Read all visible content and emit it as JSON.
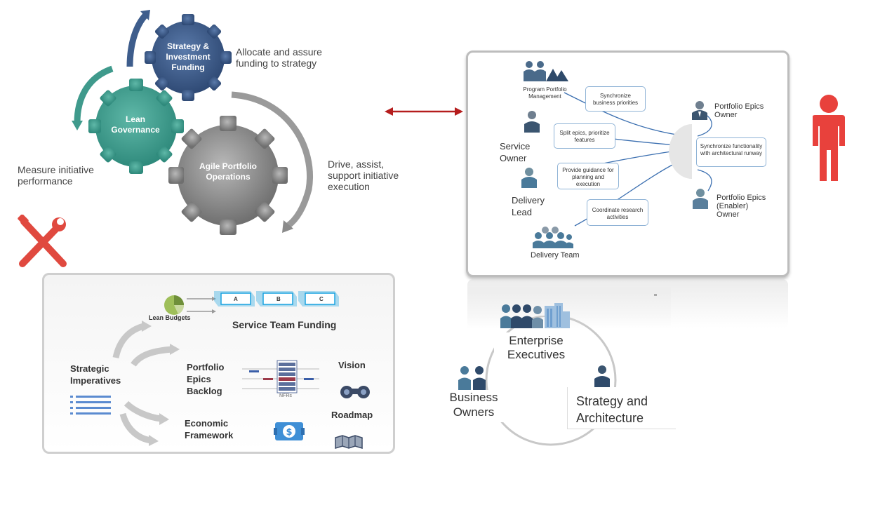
{
  "gears": {
    "strategy": "Strategy & Investment Funding",
    "governance": "Lean Governance",
    "operations": "Agile Portfolio Operations"
  },
  "labels": {
    "allocate": "Allocate and assure funding to strategy",
    "measure": "Measure  initiative performance",
    "drive": "Drive, assist, support initiative execution"
  },
  "bottom_panel": {
    "lean_budgets": "Lean Budgets",
    "service_team_funding": "Service Team Funding",
    "funding_tags": [
      "A",
      "B",
      "C"
    ],
    "strategic_imperatives": "Strategic Imperatives",
    "portfolio_epics_backlog": "Portfolio Epics Backlog",
    "nfrs": "NFRs",
    "vision": "Vision",
    "roadmap": "Roadmap",
    "economic_framework": "Economic Framework"
  },
  "right_panel": {
    "program_portfolio_management": "Program Portfolio Management",
    "service_owner": "Service Owner",
    "delivery_lead": "Delivery Lead",
    "delivery_team": "Delivery Team",
    "portfolio_epics_owner": "Portfolio Epics Owner",
    "portfolio_epics_enabler_owner": "Portfolio Epics (Enabler) Owner",
    "bubbles": {
      "synchronize_priorities": "Synchronize business priorities",
      "split_epics": "Split epics, prioritize features",
      "provide_guidance": "Provide guidance for planning and execution",
      "coordinate_research": "Coordinate research activities",
      "synchronize_functionality": "Synchronize functionality with architectural runway"
    }
  },
  "roles_circle": {
    "enterprise_executives": "Enterprise Executives",
    "business_owners": "Business Owners",
    "strategy_architecture": "Strategy and Architecture"
  },
  "colors": {
    "strategy_gear": "#3e5d8c",
    "governance_gear": "#3f9a8c",
    "operations_gear": "#8a8a8a",
    "arrow_red": "#b51d1d",
    "person_red": "#e8413c",
    "tools_red": "#e0493f"
  },
  "icons": [
    "tools-icon",
    "person-icon",
    "double-arrow-icon",
    "binoculars-icon",
    "map-icon",
    "money-icon",
    "pie-chart-icon"
  ]
}
